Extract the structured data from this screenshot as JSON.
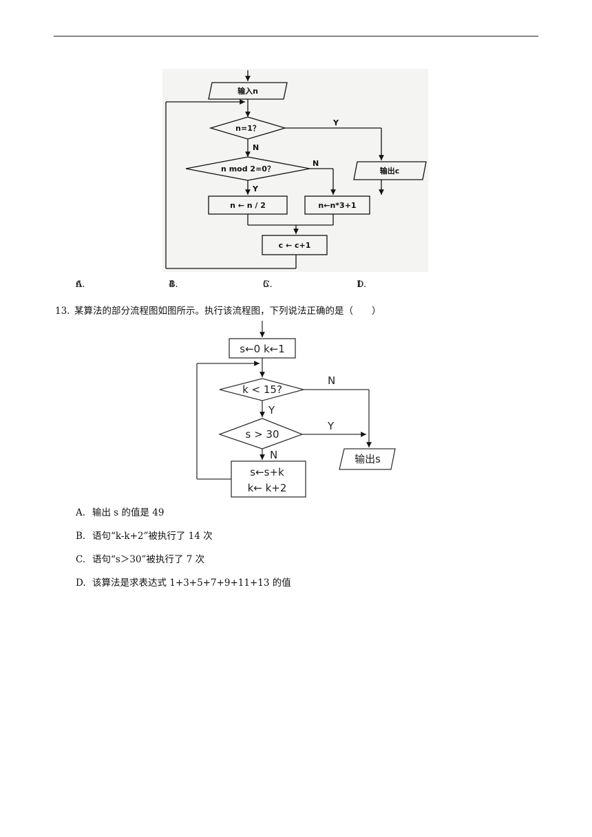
{
  "figure1": {
    "input_label": "输入n",
    "cond1": "n=1？",
    "cond2": "n mod 2=0？",
    "assign_even": "n ← n / 2",
    "assign_odd": "n←n*3+1",
    "counter": "c ← c+1",
    "output": "输出c",
    "yes": "Y",
    "no": "N"
  },
  "prev_options": [
    {
      "label": "A.",
      "value": "6"
    },
    {
      "label": "B.",
      "value": "4"
    },
    {
      "label": "C.",
      "value": "5"
    },
    {
      "label": "D.",
      "value": "1"
    }
  ],
  "question": {
    "number": "13.",
    "text": "某算法的部分流程图如图所示。执行该流程图，下列说法正确的是（　　）"
  },
  "figure2": {
    "init": "s←0 k←1",
    "cond1": "k < 15?",
    "cond2": "s > 30",
    "body_line1": "s←s+k",
    "body_line2": "k← k+2",
    "output": "输出s",
    "yes": "Y",
    "no": "N"
  },
  "choices": [
    {
      "label": "A.",
      "text": "输出 s 的值是 49"
    },
    {
      "label": "B.",
      "text": "语句“k-k+2”被执行了 14 次"
    },
    {
      "label": "C.",
      "text": "语句“s＞30”被执行了 7 次"
    },
    {
      "label": "D.",
      "text": "该算法是求表达式 1+3+5+7+9+11+13 的值"
    }
  ]
}
